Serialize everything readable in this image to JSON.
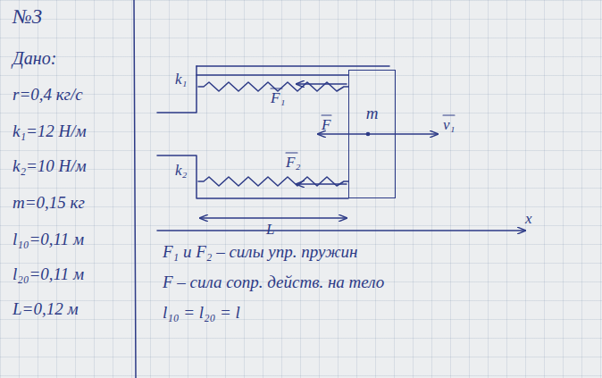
{
  "diagram": {
    "nodes": [
      {
        "text": [
          "m"
        ]
      }
    ],
    "labels": [
      "№3",
      "Дано:",
      "r=0,4 кг/с",
      "k₁=12 Н/м",
      "k₂=10 Н/м",
      "m=0,15 кг",
      "l₁₀=0,11 м",
      "l₂₀=0,11 м",
      "L=0,12 м",
      "k₁",
      "F₁",
      "F",
      "v₁",
      "k₂",
      "F₂",
      "L",
      "x",
      "F₁ и F₂ – силы упр. пружин",
      "F – сила сопр. действ. на тело",
      "l₁₀ = l₂₀ = l"
    ]
  }
}
